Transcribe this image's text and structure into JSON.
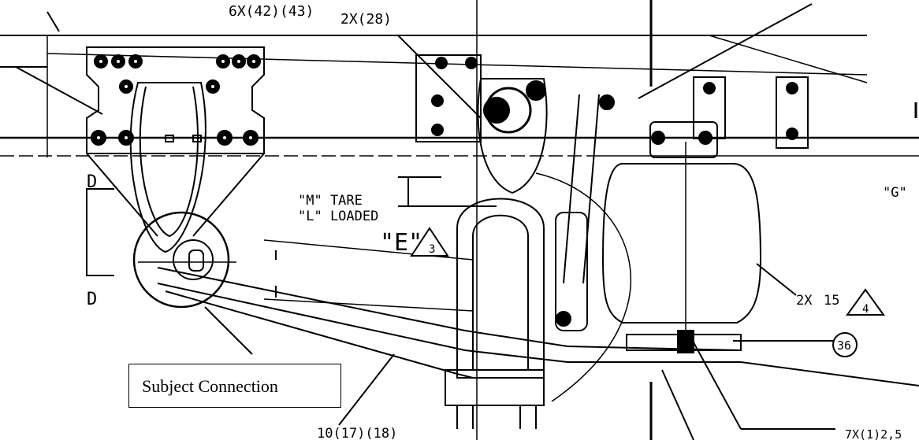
{
  "diagram": {
    "labels": {
      "top_left_callout": "6X(42)(43)",
      "top_mid_callout": "2X(28)",
      "section_mark_top": "D",
      "section_mark_bottom": "D",
      "tare_line": "\"M\" TARE",
      "loaded_line": "\"L\" LOADED",
      "dim_e": "\"E\"",
      "tri_3": "3",
      "dim_g": "\"G\"",
      "air_spring_qty": "2X",
      "air_spring_num": "15",
      "tri_4": "4",
      "bolt_num": "36",
      "bottom_callout": "10(17)(18)",
      "bottom_right_callout": "7X(1)2,5"
    },
    "callout": {
      "text": "Subject Connection"
    }
  }
}
